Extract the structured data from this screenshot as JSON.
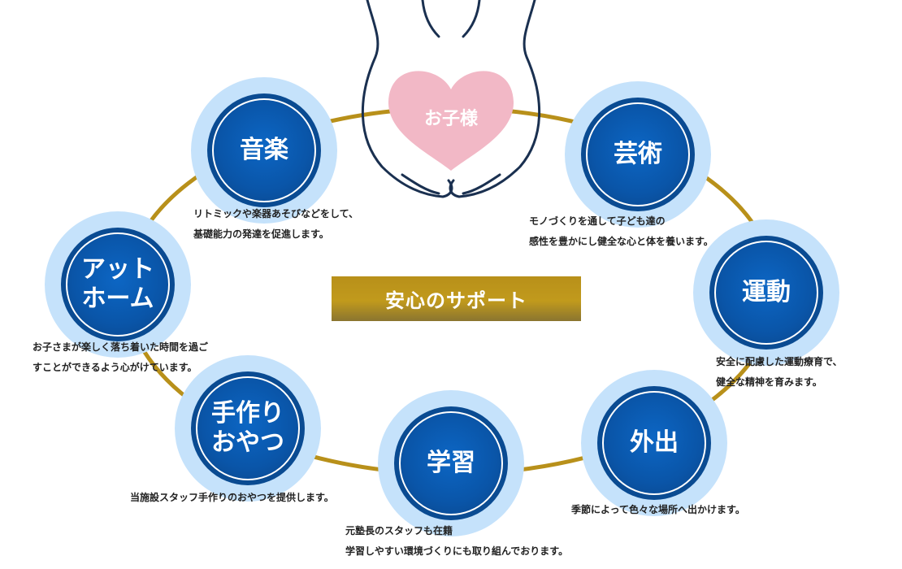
{
  "center_label": "安心のサポート",
  "heart_label": "お子様",
  "colors": {
    "ring": "#b8901a",
    "node_outer": "#c5e2fb",
    "node_inner": "#0a4b92",
    "heart": "#f2b8c6",
    "hands": "#1a3050"
  },
  "nodes": [
    {
      "label": "音楽",
      "caption": [
        "リトミックや楽器あそびなどをして、",
        "基礎能力の発達を促進します。"
      ]
    },
    {
      "label": "芸術",
      "caption": [
        "モノづくりを通して子ども達の",
        "感性を豊かにし健全な心と体を養います。"
      ]
    },
    {
      "label": "アット\nホーム",
      "caption": [
        "お子さまが楽しく落ち着いた時間を過ご",
        "すことができるよう心がけています。"
      ]
    },
    {
      "label": "運動",
      "caption": [
        "安全に配慮した運動療育で、",
        "健全な精神を育みます。"
      ]
    },
    {
      "label": "手作り\nおやつ",
      "caption": [
        "当施設スタッフ手作りのおやつを提供します。"
      ]
    },
    {
      "label": "学習",
      "caption": [
        "元塾長のスタッフも在籍",
        "学習しやすい環境づくりにも取り組んでおります。"
      ]
    },
    {
      "label": "外出",
      "caption": [
        "季節によって色々な場所へ出かけます。"
      ]
    }
  ]
}
